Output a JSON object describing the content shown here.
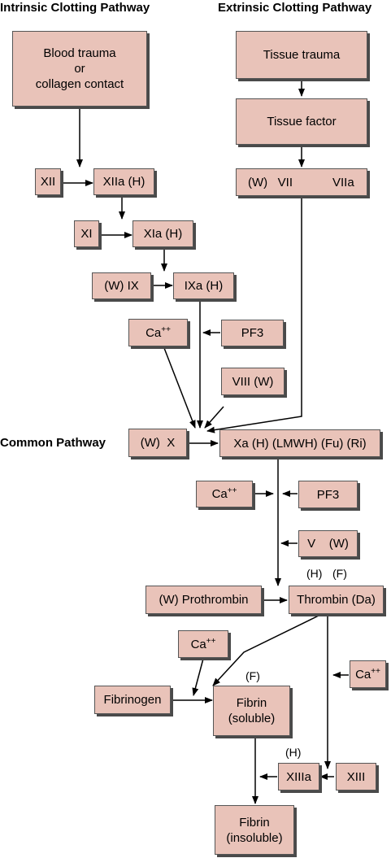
{
  "headers": {
    "intrinsic": "Intrinsic Clotting Pathway",
    "extrinsic": "Extrinsic Clotting Pathway",
    "common": "Common Pathway"
  },
  "boxes": {
    "blood_trauma": [
      "Blood trauma",
      "or",
      "collagen contact"
    ],
    "tissue_trauma": "Tissue trauma",
    "tissue_factor": "Tissue factor",
    "xii": "XII",
    "xiia": "XIIa (H)",
    "vii_left": "(W)   VII",
    "viia": "VIIa",
    "xi": "XI",
    "xia": "XIa  (H)",
    "ix": "(W)   IX",
    "ixa": "IXa   (H)",
    "ca_1": "Ca",
    "pf3_1": "PF3",
    "viii": "VIII  (W)",
    "x": "(W)  X",
    "xa": "Xa (H) (LMWH) (Fu) (Ri)",
    "ca_2": "Ca",
    "pf3_2": "PF3",
    "v": "V    (W)",
    "prothrombin": "(W) Prothrombin",
    "thrombin": "Thrombin (Da)",
    "ca_3": "Ca",
    "ca_4": "Ca",
    "fibrinogen": "Fibrinogen",
    "fibrin_soluble": [
      "Fibrin",
      "(soluble)"
    ],
    "xiiia": "XIIIa",
    "xiii": "XIII",
    "fibrin_insoluble": [
      "Fibrin",
      "(insoluble)"
    ]
  },
  "ca_superscript": "++",
  "labels": {
    "thrombin_h": "(H)",
    "thrombin_f": "(F)",
    "fibrin_f": "(F)",
    "xiiia_h": "(H)"
  }
}
